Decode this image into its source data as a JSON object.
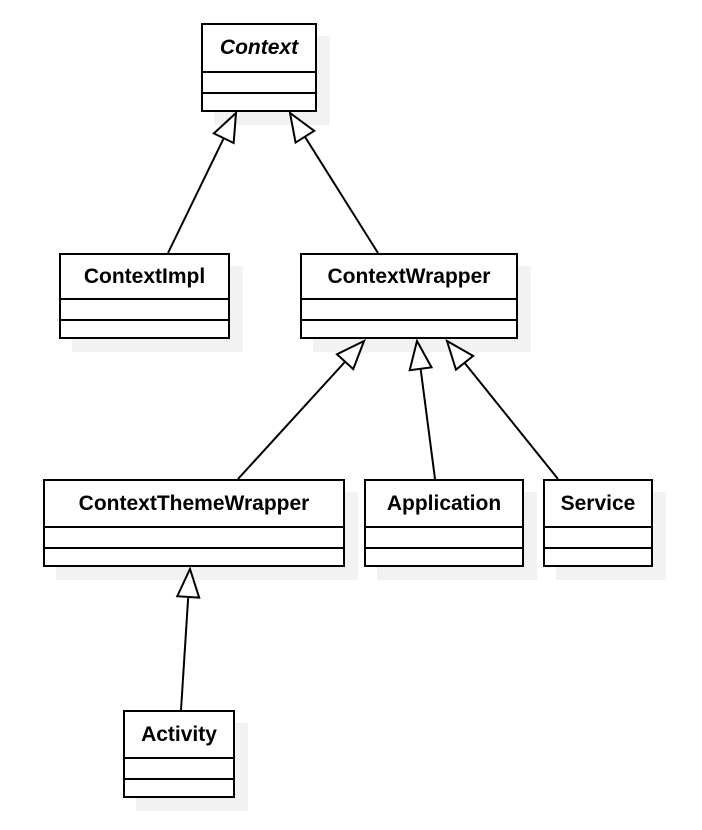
{
  "diagram": {
    "kind": "uml-class-diagram",
    "classes": [
      {
        "id": "context",
        "label": "Context",
        "abstract": true,
        "attributes": [],
        "methods": []
      },
      {
        "id": "contextimpl",
        "label": "ContextImpl",
        "abstract": false,
        "attributes": [],
        "methods": []
      },
      {
        "id": "contextwrapper",
        "label": "ContextWrapper",
        "abstract": false,
        "attributes": [],
        "methods": []
      },
      {
        "id": "contextthemewrapper",
        "label": "ContextThemeWrapper",
        "abstract": false,
        "attributes": [],
        "methods": []
      },
      {
        "id": "application",
        "label": "Application",
        "abstract": false,
        "attributes": [],
        "methods": []
      },
      {
        "id": "service",
        "label": "Service",
        "abstract": false,
        "attributes": [],
        "methods": []
      },
      {
        "id": "activity",
        "label": "Activity",
        "abstract": false,
        "attributes": [],
        "methods": []
      }
    ],
    "relations": [
      {
        "from": "ContextImpl",
        "to": "Context",
        "type": "generalization"
      },
      {
        "from": "ContextWrapper",
        "to": "Context",
        "type": "generalization"
      },
      {
        "from": "ContextThemeWrapper",
        "to": "ContextWrapper",
        "type": "generalization"
      },
      {
        "from": "Application",
        "to": "ContextWrapper",
        "type": "generalization"
      },
      {
        "from": "Service",
        "to": "ContextWrapper",
        "type": "generalization"
      },
      {
        "from": "Activity",
        "to": "ContextThemeWrapper",
        "type": "generalization"
      }
    ],
    "colors": {
      "background": "#ffffff",
      "box_fill": "#ffffff",
      "box_border": "#000000",
      "box_shadow": "#f2f2f2",
      "line": "#000000",
      "arrowhead_fill": "#ffffff"
    }
  }
}
